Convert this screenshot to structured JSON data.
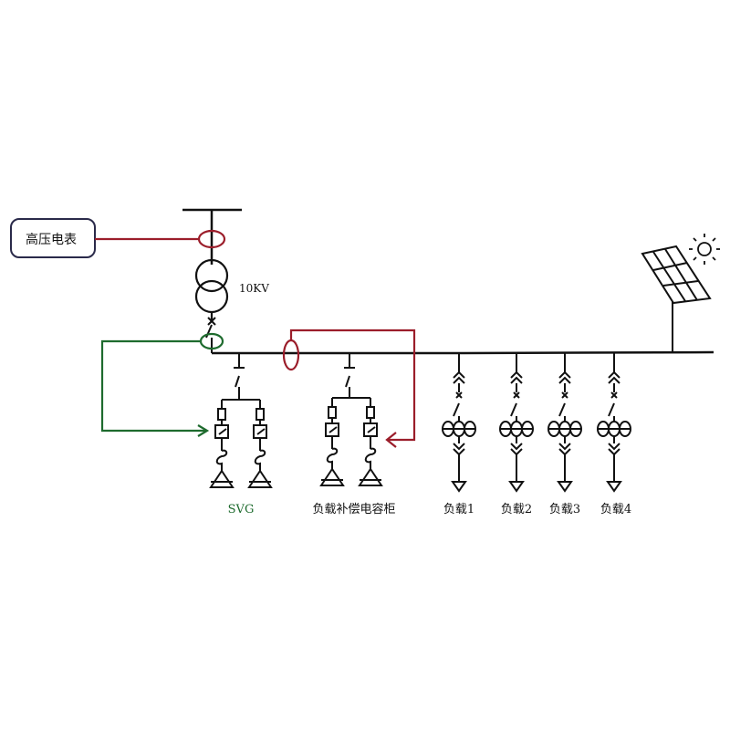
{
  "meter_label": "高压电表",
  "transformer_voltage": "10KV",
  "svg_label": "SVG",
  "capacitor_label": "负载补偿电容柜",
  "loads": [
    "负载1",
    "负载2",
    "负载3",
    "负载4"
  ],
  "icons": [
    "sun-icon",
    "solar-panel-icon",
    "transformer-icon"
  ],
  "colors": {
    "line": "#111111",
    "meter_wire": "#9b1d2a",
    "svg_wire": "#1e6b2e",
    "svg_text": "#1e6b2e",
    "meter_box_border": "#2a2a4a"
  }
}
